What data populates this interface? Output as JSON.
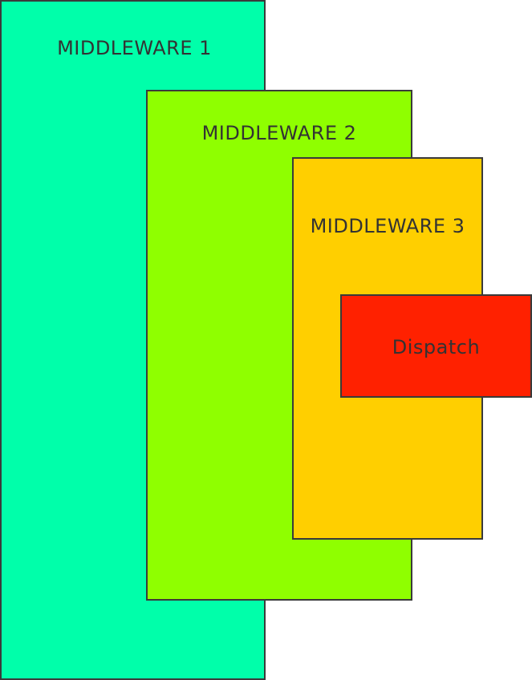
{
  "layers": {
    "middleware1": {
      "label": "MIDDLEWARE 1",
      "color": "#00ffaa"
    },
    "middleware2": {
      "label": "MIDDLEWARE 2",
      "color": "#8fff00"
    },
    "middleware3": {
      "label": "MIDDLEWARE 3",
      "color": "#ffcf00"
    },
    "dispatch": {
      "label": "Dispatch",
      "color": "#ff2100"
    }
  }
}
